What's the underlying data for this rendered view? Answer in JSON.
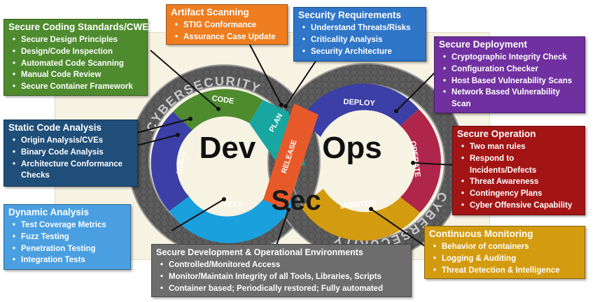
{
  "loop": {
    "dev": "Dev",
    "ops": "Ops",
    "sec": "Sec",
    "ring_left": "CYBERSECURITY",
    "ring_right": "CYBERSECURITY",
    "segments": {
      "code": "CODE",
      "build": "BUILD",
      "test": "TEST",
      "plan": "PLAN",
      "release": "RELEASE",
      "deploy": "DEPLOY",
      "operate": "OPERATE",
      "monitor": "MONITOR"
    }
  },
  "boxes": {
    "coding": {
      "title": "Secure Coding Standards/CWEs",
      "items": [
        "Secure Design Principles",
        "Design/Code Inspection",
        "Automated Code Scanning",
        "Manual Code Review",
        "Secure Container Framework"
      ]
    },
    "artifact": {
      "title": "Artifact Scanning",
      "items": [
        "STIG Conformance",
        "Assurance Case Update"
      ]
    },
    "requirements": {
      "title": "Security Requirements",
      "items": [
        "Understand Threats/Risks",
        "Criticality Analysis",
        "Security Architecture"
      ]
    },
    "deployment": {
      "title": "Secure Deployment",
      "items": [
        "Cryptographic Integrity Check",
        "Configuration Checker",
        "Host Based Vulnerability Scans",
        "Network Based Vulnerability Scan"
      ]
    },
    "static": {
      "title": "Static Code Analysis",
      "items": [
        "Origin Analysis/CVEs",
        "Binary Code Analysis",
        "Architecture Conformance Checks"
      ]
    },
    "operation": {
      "title": "Secure Operation",
      "items": [
        "Two man rules",
        "Respond to Incidents/Defects",
        "Threat Awareness",
        "Contingency Plans",
        "Cyber Offensive Capability"
      ]
    },
    "dynamic": {
      "title": "Dynamic Analysis",
      "items": [
        "Test Coverage Metrics",
        "Fuzz Testing",
        "Penetration Testing",
        "Integration Tests"
      ]
    },
    "environments": {
      "title": "Secure Development & Operational Environments",
      "items": [
        "Controlled/Monitored Access",
        "Monitor/Maintain Integrity of all Tools, Libraries, Scripts",
        "Container based; Periodically restored; Fully automated"
      ]
    },
    "monitoring": {
      "title": "Continuous Monitoring",
      "items": [
        "Behavior of containers",
        "Logging & Auditing",
        "Threat Detection & Intelligence"
      ]
    }
  },
  "colors": {
    "green": "#4e8b2e",
    "orange": "#ee7d1f",
    "blue": "#2f75c8",
    "purple": "#7030a0",
    "navy": "#1f4e79",
    "red": "#a31515",
    "lightblue": "#4a9fe0",
    "gray": "#6d6d6d",
    "gold": "#d39b10"
  }
}
